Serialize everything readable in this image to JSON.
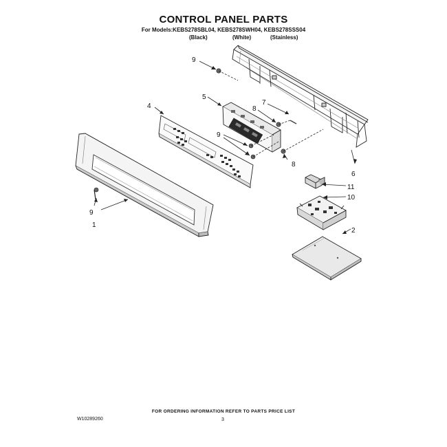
{
  "header": {
    "title": "CONTROL PANEL PARTS",
    "models_line": "For Models:KEBS278SBL04, KEBS278SWH04, KEBS278SSS04",
    "finish_black": "(Black)",
    "finish_white": "(White)",
    "finish_stainless": "(Stainless)"
  },
  "callouts": {
    "c1": "1",
    "c2": "2",
    "c4": "4",
    "c5": "5",
    "c6": "6",
    "c7": "7",
    "c8a": "8",
    "c8b": "8",
    "c9a": "9",
    "c9b": "9",
    "c9c": "9",
    "c10": "10",
    "c11": "11"
  },
  "footer": {
    "note": "FOR ORDERING INFORMATION REFER TO PARTS PRICE LIST",
    "doc_number": "W10289260",
    "page_number": "3"
  }
}
